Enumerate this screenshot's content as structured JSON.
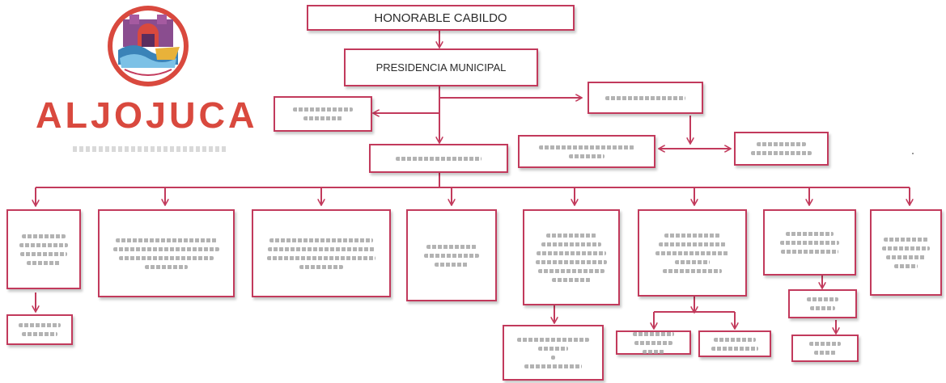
{
  "brand": {
    "name": "ALJOJUCA",
    "color": "#d9493e"
  },
  "colors": {
    "box_border": "#c23a5c",
    "connector": "#c23a5c"
  },
  "org_chart": {
    "top_unit": "HONORABLE CABILDO",
    "second_unit": "PRESIDENCIA MUNICIPAL"
  }
}
